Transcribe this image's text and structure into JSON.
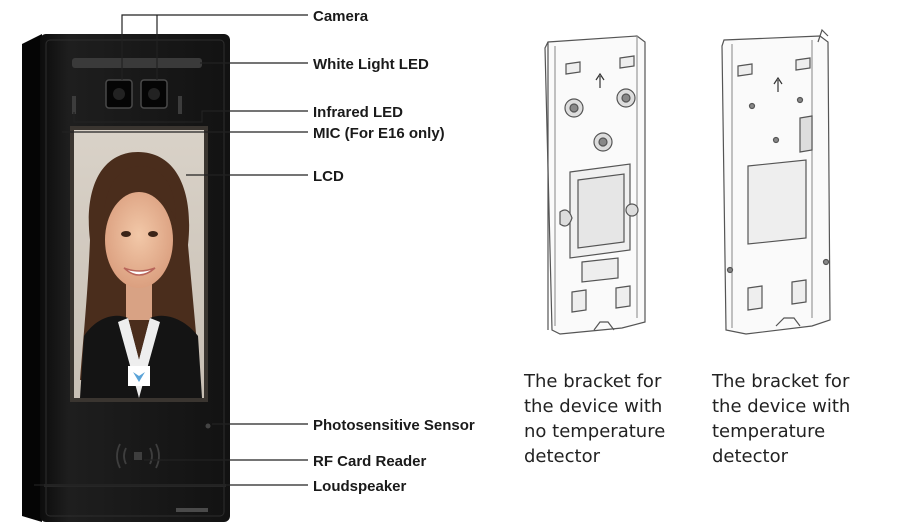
{
  "callouts": {
    "camera": "Camera",
    "white_light_led": "White Light LED",
    "infrared_led": "Infrared LED",
    "mic": "MIC (For E16 only)",
    "lcd": "LCD",
    "photosensitive_sensor": "Photosensitive Sensor",
    "rf_card_reader": "RF Card Reader",
    "loudspeaker": "Loudspeaker"
  },
  "captions": {
    "bracket_no_temp": [
      "The bracket for",
      "the device with",
      "no temperature",
      "detector"
    ],
    "bracket_temp": [
      "The bracket for",
      "the device with",
      "temperature",
      "detector"
    ]
  },
  "colors": {
    "device_body": "#161616",
    "device_frame": "#2a2a2a",
    "callout_line": "#222222",
    "bracket_line": "#555555"
  }
}
